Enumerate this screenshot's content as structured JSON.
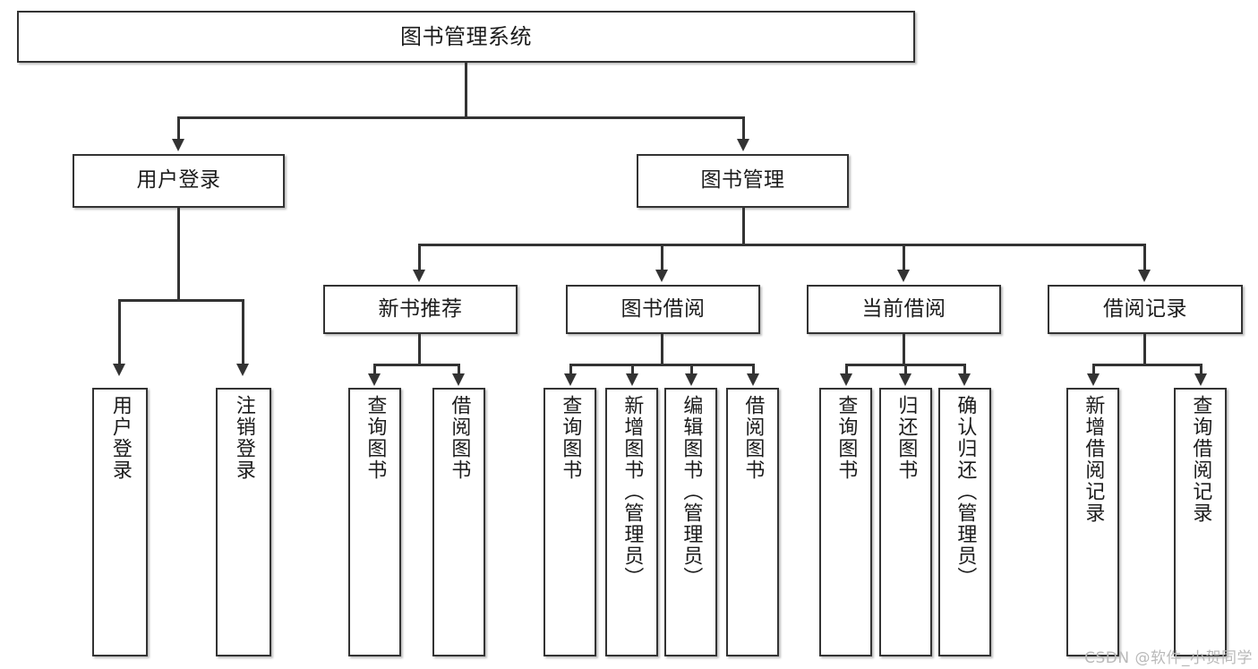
{
  "diagram": {
    "type": "tree-hierarchy",
    "title": "图书管理系统",
    "root": {
      "label": "图书管理系统"
    },
    "level1": [
      {
        "label": "用户登录"
      },
      {
        "label": "图书管理"
      }
    ],
    "level2": [
      {
        "label": "新书推荐"
      },
      {
        "label": "图书借阅"
      },
      {
        "label": "当前借阅"
      },
      {
        "label": "借阅记录"
      }
    ],
    "leaves": {
      "user_login": [
        {
          "label": "用户登录"
        },
        {
          "label": "注销登录"
        }
      ],
      "new_book_recommend": [
        {
          "label": "查询图书"
        },
        {
          "label": "借阅图书"
        }
      ],
      "book_borrow": [
        {
          "label": "查询图书"
        },
        {
          "label": "新增图书（管理员）"
        },
        {
          "label": "编辑图书（管理员）"
        },
        {
          "label": "借阅图书"
        }
      ],
      "current_borrow": [
        {
          "label": "查询图书"
        },
        {
          "label": "归还图书"
        },
        {
          "label": "确认归还（管理员）"
        }
      ],
      "borrow_record": [
        {
          "label": "新增借阅记录"
        },
        {
          "label": "查询借阅记录"
        }
      ]
    }
  },
  "watermark": {
    "text": "CSDN @软件_小贺同学"
  },
  "colors": {
    "border": "#333333",
    "text": "#1c1c1c",
    "background": "#ffffff",
    "watermark": "#b9b9b9"
  }
}
